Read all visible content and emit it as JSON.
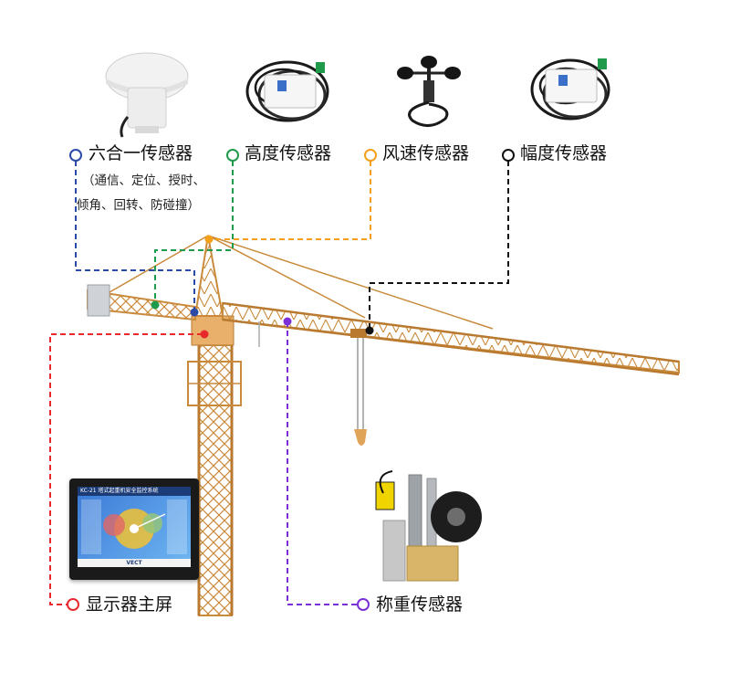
{
  "sensors": {
    "six_in_one": {
      "label": "六合一传感器",
      "note_line1": "（通信、定位、授时、",
      "note_line2": "倾角、回转、防碰撞）",
      "color": "#2b4aa8"
    },
    "height": {
      "label": "高度传感器",
      "color": "#1e9a4a"
    },
    "wind_speed": {
      "label": "风速传感器",
      "color": "#f5a01a"
    },
    "amplitude": {
      "label": "幅度传感器",
      "color": "#111111"
    },
    "display": {
      "label": "显示器主屏",
      "color": "#e8282b"
    },
    "weighing": {
      "label": "称重传感器",
      "color": "#7b2fd8"
    }
  },
  "monitor_screen": {
    "title": "KC-21 塔式起重机安全监控系统",
    "brand": "VECT"
  },
  "crane_color": "#d89a4a"
}
